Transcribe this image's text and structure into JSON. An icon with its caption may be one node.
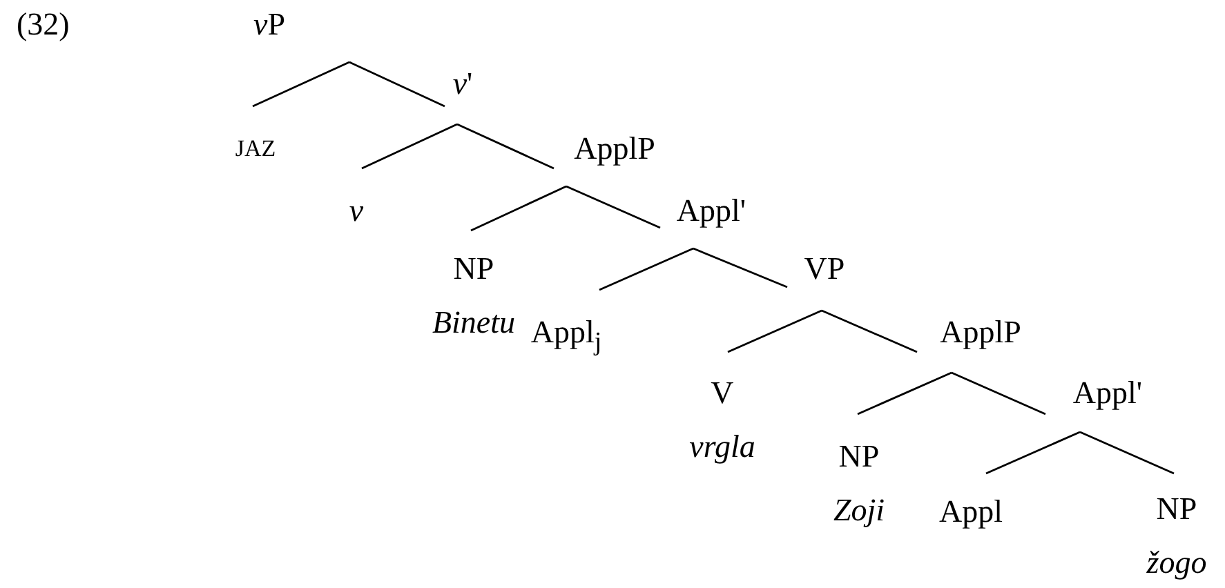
{
  "diagram": {
    "nodes": [
      {
        "text": [
          "vP"
        ]
      },
      {
        "text": [
          "JAZ"
        ]
      },
      {
        "text": [
          "*v*'"
        ]
      },
      {
        "text": [
          "v"
        ]
      },
      {
        "text": [
          "ApplP"
        ]
      },
      {
        "text": [
          "NP",
          "Binetu"
        ]
      },
      {
        "text": [
          "Appl'"
        ]
      },
      {
        "text": [
          "Appl$_{j}$"
        ]
      },
      {
        "text": [
          "VP"
        ]
      },
      {
        "text": [
          "V",
          "vrgla"
        ]
      },
      {
        "text": [
          "ApplP"
        ]
      },
      {
        "text": [
          "NP",
          "Zoji"
        ]
      },
      {
        "text": [
          "Appl'"
        ]
      },
      {
        "text": [
          "Appl"
        ]
      },
      {
        "text": [
          "NP",
          "žogo"
        ]
      }
    ],
    "edges": [
      {
        "from": 0,
        "to": 1,
        "arrow": "none"
      },
      {
        "from": 0,
        "to": 2,
        "arrow": "none"
      },
      {
        "from": 2,
        "to": 3,
        "arrow": "none"
      },
      {
        "from": 2,
        "to": 4,
        "arrow": "none"
      },
      {
        "from": 4,
        "to": 5,
        "arrow": "none"
      },
      {
        "from": 4,
        "to": 6,
        "arrow": "none"
      },
      {
        "from": 6,
        "to": 7,
        "arrow": "none"
      },
      {
        "from": 6,
        "to": 8,
        "arrow": "none"
      },
      {
        "from": 8,
        "to": 9,
        "arrow": "none"
      },
      {
        "from": 8,
        "to": 10,
        "arrow": "none"
      },
      {
        "from": 10,
        "to": 11,
        "arrow": "none"
      },
      {
        "from": 10,
        "to": 12,
        "arrow": "none"
      },
      {
        "from": 12,
        "to": 13,
        "arrow": "none"
      },
      {
        "from": 12,
        "to": 14,
        "arrow": "none"
      }
    ],
    "labels": [
      "(32)"
    ]
  }
}
